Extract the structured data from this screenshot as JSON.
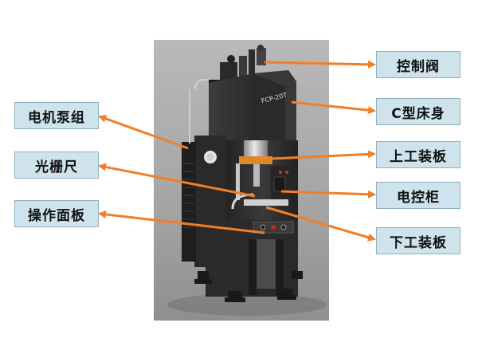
{
  "labels": {
    "control_valve": "控制阀",
    "c_frame_body": "C型床身",
    "upper_platen": "上工装板",
    "electric_cabinet": "电控柜",
    "lower_platen": "下工装板",
    "motor_pump": "电机泵组",
    "grating_ruler": "光栅尺",
    "operation_panel": "操作面板"
  },
  "machine": {
    "model_plate": "FCP-20T"
  },
  "colors": {
    "arrow": "#f07f2a",
    "label_bg": "#cfe3ec",
    "label_border": "#8fb0bf",
    "machine_body": "#2d2d2d",
    "backdrop": "#a9a9a9"
  }
}
